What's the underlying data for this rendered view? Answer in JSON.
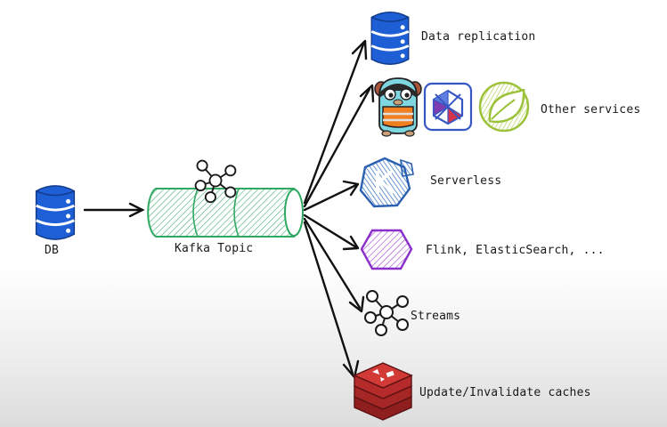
{
  "source": {
    "label": "DB"
  },
  "topic": {
    "label": "Kafka Topic"
  },
  "targets": [
    {
      "id": "replication",
      "label": "Data replication",
      "icon": "database-icon"
    },
    {
      "id": "services",
      "label": "Other services",
      "icons": [
        "gopher-icon",
        "quarkus-icon",
        "spring-leaf-icon"
      ]
    },
    {
      "id": "serverless",
      "label": "Serverless",
      "icon": "knative-icon"
    },
    {
      "id": "flink",
      "label": "Flink, ElasticSearch, ...",
      "icon": "hexagon-icon"
    },
    {
      "id": "streams",
      "label": "Streams",
      "icon": "kafka-streams-icon"
    },
    {
      "id": "caches",
      "label": "Update/Invalidate caches",
      "icon": "redis-icon"
    }
  ],
  "colors": {
    "database_blue": "#1f5fd6",
    "topic_green": "#2fa862",
    "knative_blue": "#3a7fd4",
    "flink_purple": "#8a2fc9",
    "redis_red": "#b52a2a",
    "spring_green": "#9cc23a",
    "arrow": "#111111"
  }
}
